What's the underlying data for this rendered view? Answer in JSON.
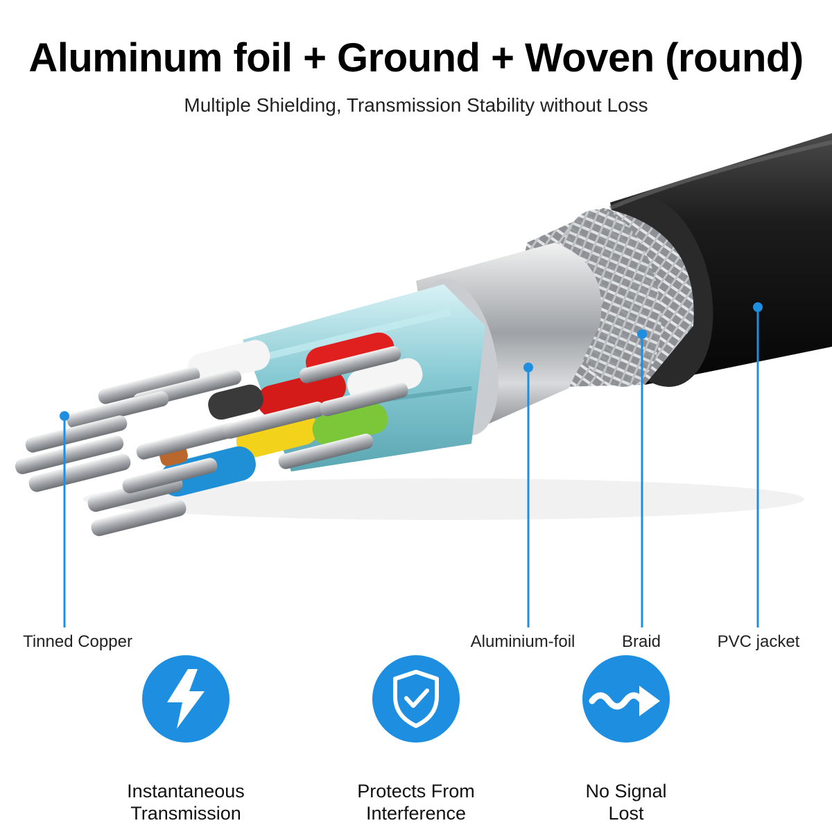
{
  "header": {
    "title": "Aluminum foil + Ground + Woven (round)",
    "subtitle": "Multiple Shielding, Transmission Stability without Loss"
  },
  "callouts": [
    {
      "label": "Tinned Copper"
    },
    {
      "label": "Aluminium-foil"
    },
    {
      "label": "Braid"
    },
    {
      "label": "PVC jacket"
    }
  ],
  "features": [
    {
      "icon": "lightning-icon",
      "line1": "Instantaneous",
      "line2": "Transmission"
    },
    {
      "icon": "shield-check-icon",
      "line1": "Protects From",
      "line2": "Interference"
    },
    {
      "icon": "wave-arrow-icon",
      "line1": "No Signal",
      "line2": "Lost"
    }
  ],
  "colors": {
    "accent": "#1e8fe0",
    "jacket": "#1a1a1a",
    "foil": "#b9bcc0",
    "inner_sheath": "#8fd0d8"
  }
}
